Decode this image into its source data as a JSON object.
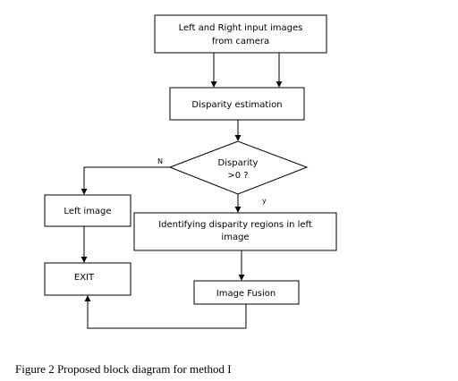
{
  "diagram": {
    "nodes": {
      "input": {
        "line1": "Left and Right input images",
        "line2": "from camera"
      },
      "disparity_est": {
        "label": "Disparity estimation"
      },
      "decision": {
        "line1": "Disparity",
        "line2": ">0 ?"
      },
      "left_image": {
        "label": "Left image"
      },
      "identify": {
        "line1": "Identifying disparity regions in left",
        "line2": "image"
      },
      "exit": {
        "label": "EXIT"
      },
      "fusion": {
        "label": "Image Fusion"
      }
    },
    "edges": {
      "no_label": "N",
      "yes_label": "y"
    }
  },
  "caption": "Figure 2 Proposed block diagram for method I",
  "colors": {
    "stroke": "#000000",
    "fill": "#ffffff",
    "text": "#000000"
  }
}
